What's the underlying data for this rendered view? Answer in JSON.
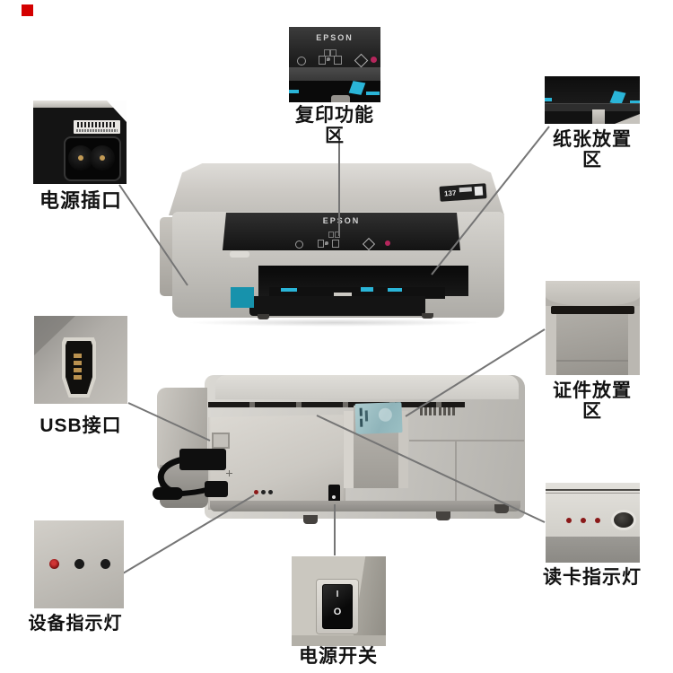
{
  "watermark": {
    "color": "#d40000"
  },
  "printer": {
    "brand": "EPSON",
    "sticker_text": "137",
    "switch_on_label": "I",
    "switch_off_label": "O",
    "panel_icons": [
      "power",
      "paper",
      "ink-drop",
      "copies",
      "start",
      "stop"
    ]
  },
  "colors": {
    "accent_cyan": "#2ab5d8",
    "accent_teal": "#1792ac",
    "led_red": "#8c1a1a",
    "stop_button_red": "#b5265c",
    "callout_line": "#757575",
    "label_text": "#121212",
    "watermark_red": "#d40000"
  },
  "callouts": [
    {
      "id": "power-socket",
      "label": "电源插口"
    },
    {
      "id": "copy-panel",
      "label": "复印功能区"
    },
    {
      "id": "paper-area",
      "label": "纸张放置区"
    },
    {
      "id": "usb-port",
      "label": "USB接口"
    },
    {
      "id": "id-slot",
      "label": "证件放置区"
    },
    {
      "id": "card-leds",
      "label": "读卡指示灯"
    },
    {
      "id": "device-leds",
      "label": "设备指示灯"
    },
    {
      "id": "power-switch",
      "label": "电源开关"
    }
  ]
}
